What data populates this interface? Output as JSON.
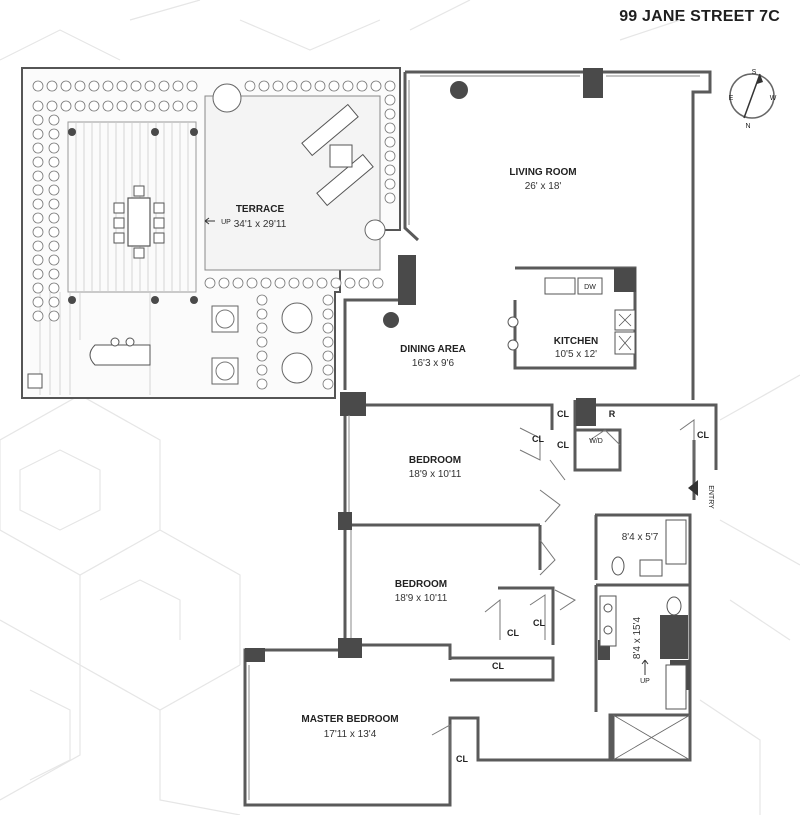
{
  "title": "99 JANE STREET 7C",
  "compass": {
    "n": "N",
    "s": "S",
    "e": "E",
    "w": "W"
  },
  "rooms": {
    "terrace": {
      "name": "TERRACE",
      "dim": "34'1 x 29'11"
    },
    "living": {
      "name": "LIVING ROOM",
      "dim": "26' x 18'"
    },
    "kitchen": {
      "name": "KITCHEN",
      "dim": "10'5 x 12'"
    },
    "dining": {
      "name": "DINING AREA",
      "dim": "16'3 x 9'6"
    },
    "bedroom1": {
      "name": "BEDROOM",
      "dim": "18'9 x 10'11"
    },
    "bedroom2": {
      "name": "BEDROOM",
      "dim": "18'9 x 10'11"
    },
    "master": {
      "name": "MASTER BEDROOM",
      "dim": "17'11 x 13'4"
    },
    "bath1": {
      "dim": "8'4 x 5'7"
    },
    "bath2": {
      "dim": "8'4 x 15'4"
    }
  },
  "labels": {
    "cl": "CL",
    "dw": "DW",
    "r": "R",
    "wd": "W/D",
    "up": "UP",
    "entry": "ENTRY"
  }
}
